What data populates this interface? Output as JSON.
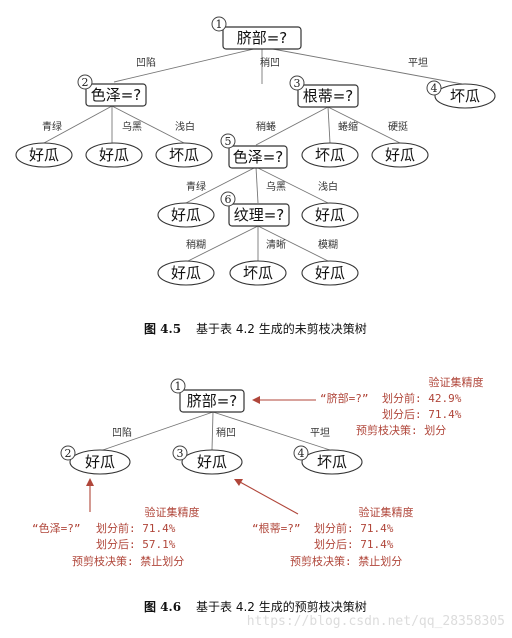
{
  "fig45": {
    "root": {
      "num": "1",
      "label": "脐部=?"
    },
    "edges": {
      "root_left": "凹陷",
      "root_mid": "稍凹",
      "root_right": "平坦",
      "n2_l": "青绿",
      "n2_m": "乌黑",
      "n2_r": "浅白",
      "n3_l": "稍蜷",
      "n3_m": "蜷缩",
      "n3_r": "硬挺",
      "n5_l": "青绿",
      "n5_m": "乌黑",
      "n5_r": "浅白",
      "n6_l": "稍糊",
      "n6_m": "清晰",
      "n6_r": "模糊"
    },
    "n2": {
      "num": "2",
      "label": "色泽=?"
    },
    "n3": {
      "num": "3",
      "label": "根蒂=?"
    },
    "n4": {
      "num": "4",
      "label": "坏瓜"
    },
    "n5": {
      "num": "5",
      "label": "色泽=?"
    },
    "n6": {
      "num": "6",
      "label": "纹理=?"
    },
    "leaves": {
      "n2_a": "好瓜",
      "n2_b": "好瓜",
      "n2_c": "坏瓜",
      "n3_b": "坏瓜",
      "n3_c": "好瓜",
      "n5_a": "好瓜",
      "n5_c": "好瓜",
      "n6_a": "好瓜",
      "n6_b": "坏瓜",
      "n6_c": "好瓜"
    },
    "caption_label": "图 4.5",
    "caption_text": "基于表 4.2 生成的未剪枝决策树"
  },
  "fig46": {
    "root": {
      "num": "1",
      "label": "脐部=?"
    },
    "edges": {
      "left": "凹陷",
      "mid": "稍凹",
      "right": "平坦"
    },
    "n2": {
      "num": "2",
      "label": "好瓜"
    },
    "n3": {
      "num": "3",
      "label": "好瓜"
    },
    "n4": {
      "num": "4",
      "label": "坏瓜"
    },
    "ann_root": {
      "title": "验证集精度",
      "name": "“脐部=?”",
      "before": "划分前: 42.9%",
      "after": "划分后: 71.4%",
      "decision": "预剪枝决策: 划分"
    },
    "ann_left": {
      "title": "验证集精度",
      "name": "“色泽=?”",
      "before": "划分前: 71.4%",
      "after": "划分后: 57.1%",
      "decision": "预剪枝决策: 禁止划分"
    },
    "ann_mid": {
      "title": "验证集精度",
      "name": "“根蒂=?”",
      "before": "划分前: 71.4%",
      "after": "划分后: 71.4%",
      "decision": "预剪枝决策: 禁止划分"
    },
    "caption_label": "图 4.6",
    "caption_text": "基于表 4.2 生成的预剪枝决策树"
  },
  "watermark": "https://blog.csdn.net/qq_28358305",
  "colors": {
    "annotation": "#b0463a",
    "line": "#777777"
  }
}
